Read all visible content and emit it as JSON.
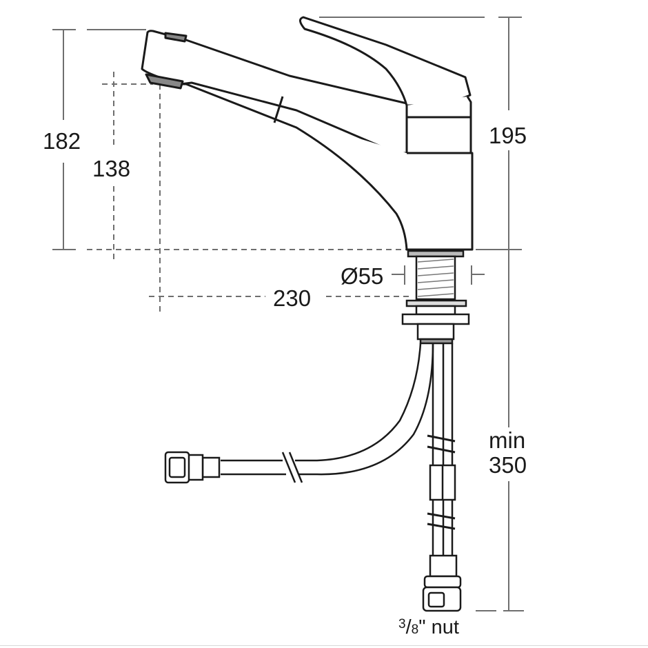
{
  "diagram": {
    "title": "Pull-out kitchen mixer tap dimension drawing",
    "colors": {
      "outline": "#1a1a1a",
      "dimension": "#6e6e6e",
      "background": "#ffffff"
    },
    "dimensions": {
      "spout_top_height": "182",
      "spout_outlet_height": "138",
      "overall_height": "195",
      "spout_reach": "230",
      "base_diameter": "Ø55",
      "hose_min_length_line1": "min",
      "hose_min_length_line2": "350",
      "connector": "3/8\" nut"
    },
    "connector_parts": {
      "numerator": "3",
      "slash": "/",
      "denominator": "8",
      "suffix": "\" nut"
    }
  }
}
